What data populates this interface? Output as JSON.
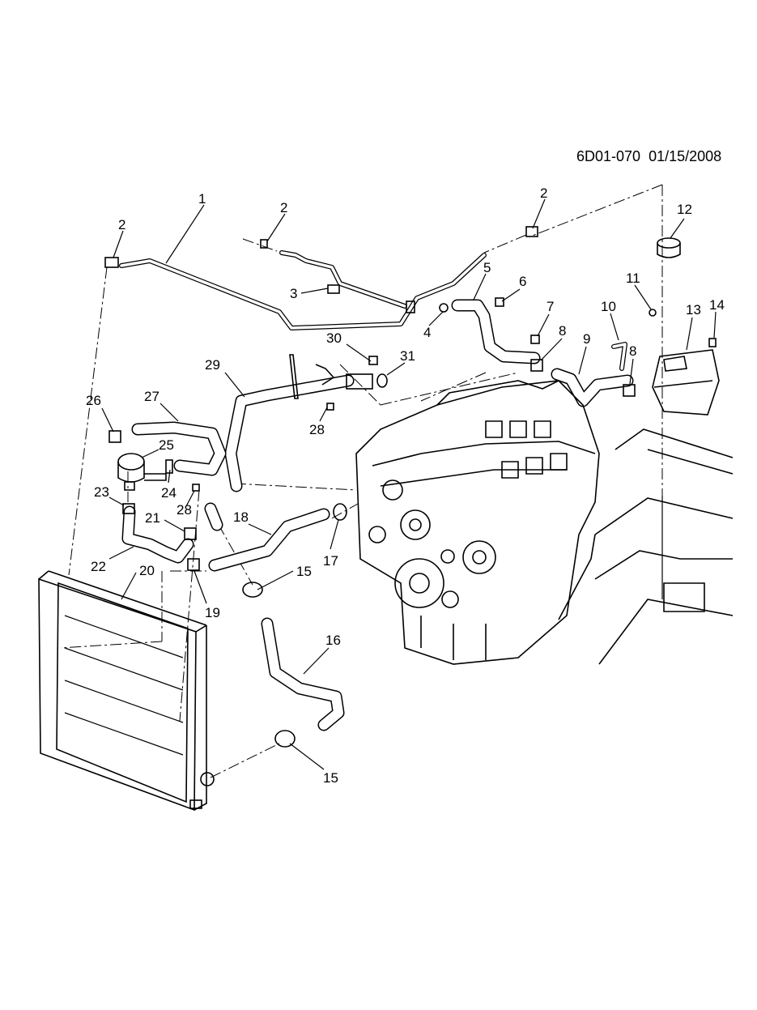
{
  "drawing_code": "6D01-070",
  "drawing_date": "01/15/2008",
  "callouts": [
    "1",
    "2",
    "2",
    "2",
    "3",
    "4",
    "5",
    "6",
    "7",
    "8",
    "8",
    "9",
    "10",
    "11",
    "12",
    "13",
    "14",
    "15",
    "15",
    "16",
    "17",
    "18",
    "19",
    "20",
    "21",
    "22",
    "23",
    "24",
    "25",
    "26",
    "27",
    "28",
    "28",
    "29",
    "30",
    "31"
  ],
  "parts": {
    "radiator": "radiator-icon",
    "engine": "engine-icon",
    "surge_tank": "surge-tank-icon",
    "cap": "cap-icon",
    "pump": "auxiliary-pump-icon"
  }
}
